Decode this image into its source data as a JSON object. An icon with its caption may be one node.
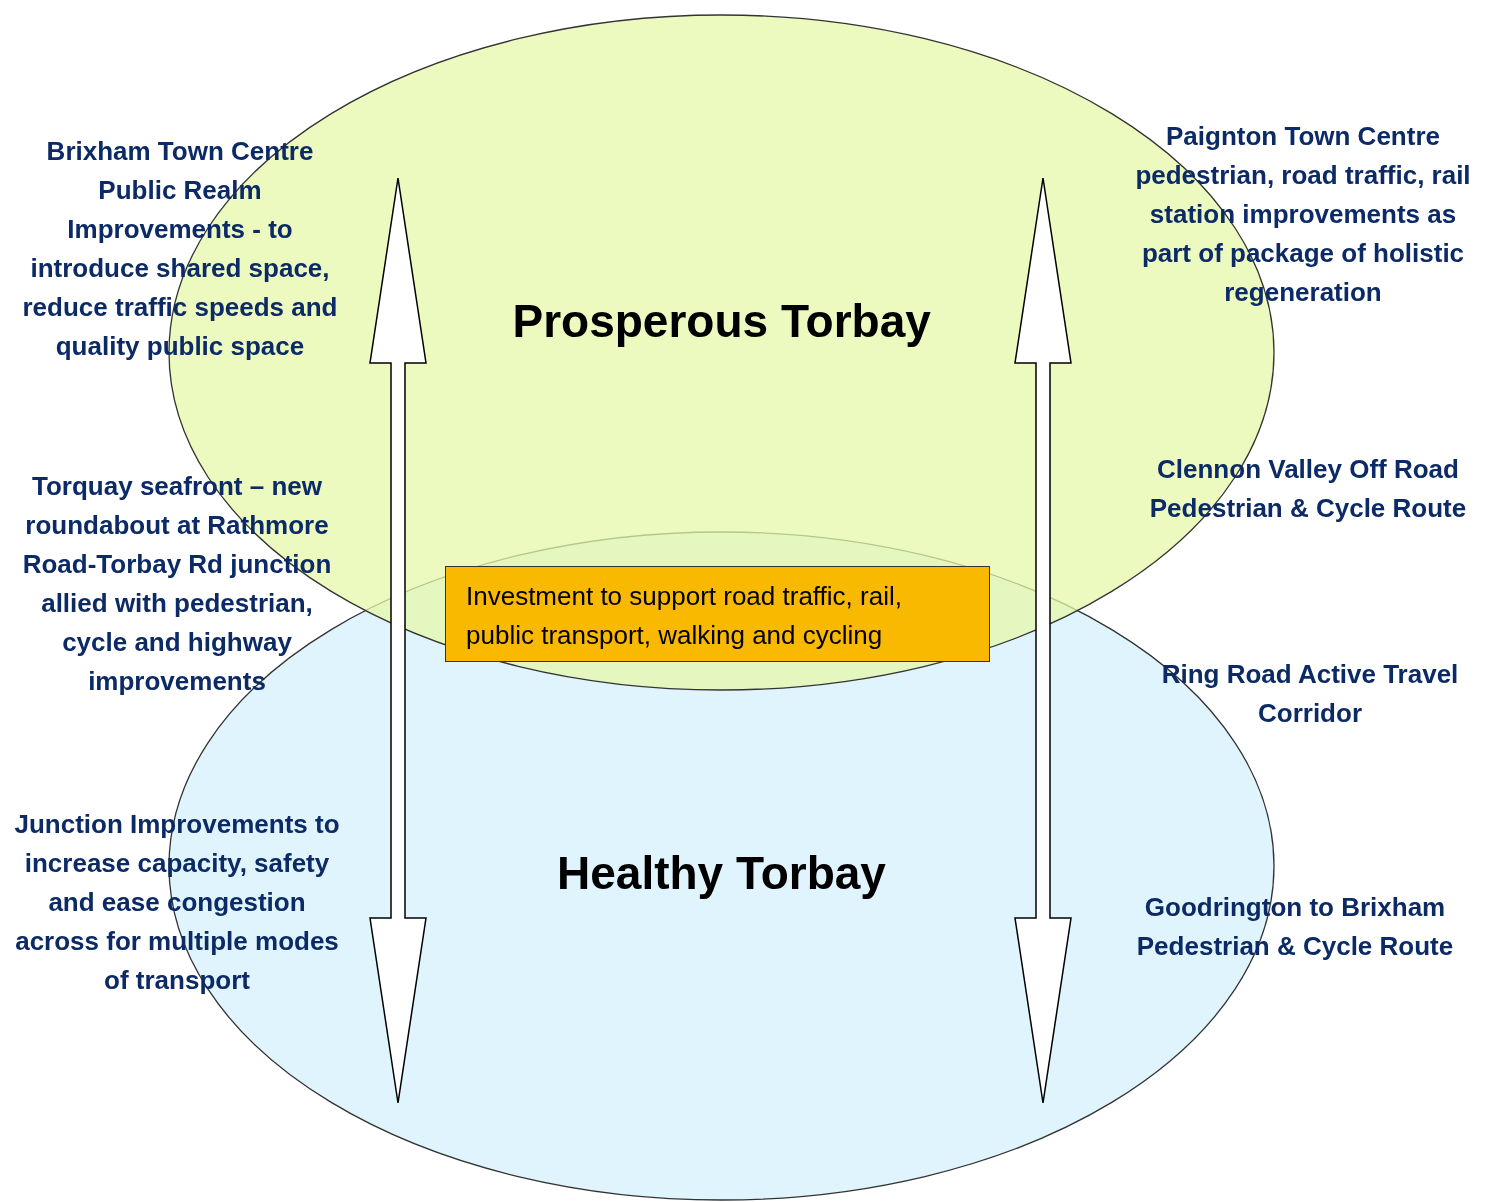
{
  "diagram": {
    "nodes": [
      {
        "text": [
          "Prosperous Torbay"
        ]
      },
      {
        "text": [
          "Healthy Torbay"
        ]
      },
      {
        "text": [
          "Investment to support road traffic, rail, public transport, walking and cycling"
        ]
      }
    ],
    "edges": [
      {
        "from": 0,
        "to": 1,
        "arrow": "both"
      },
      {
        "from": 0,
        "to": 1,
        "arrow": "both"
      }
    ],
    "labels": [
      "Brixham Town Centre Public Realm Improvements - to introduce shared space, reduce traffic speeds and quality public space",
      "Paignton Town Centre pedestrian, road traffic, rail station improvements as part of package of holistic regeneration",
      "Clennon Valley Off Road Pedestrian & Cycle Route",
      "Torquay seafront – new roundabout at Rathmore Road-Torbay Rd junction allied with pedestrian, cycle and highway improvements",
      "Ring Road Active Travel Corridor",
      "Junction Improvements to increase capacity, safety and ease congestion across for multiple modes of transport",
      "Goodrington to Brixham Pedestrian & Cycle Route"
    ]
  }
}
